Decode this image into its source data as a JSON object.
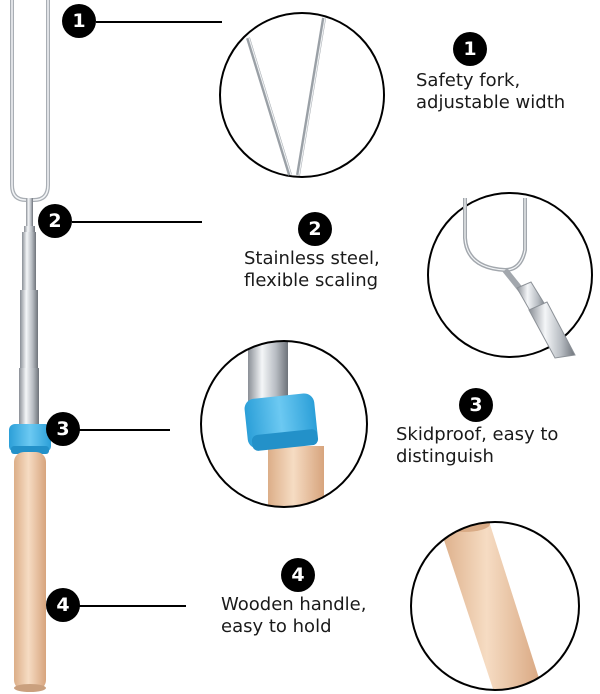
{
  "features": [
    {
      "number": "1",
      "line1": "Safety fork,",
      "line2": "adjustable width"
    },
    {
      "number": "2",
      "line1": "Stainless steel,",
      "line2": "flexible scaling"
    },
    {
      "number": "3",
      "line1": "Skidproof, easy to",
      "line2": "distinguish"
    },
    {
      "number": "4",
      "line1": "Wooden handle,",
      "line2": "easy to hold"
    }
  ],
  "colors": {
    "steel": "#c8ccd1",
    "cap": "#35aee6",
    "wood": "#efc9a8",
    "badge": "#000000"
  }
}
